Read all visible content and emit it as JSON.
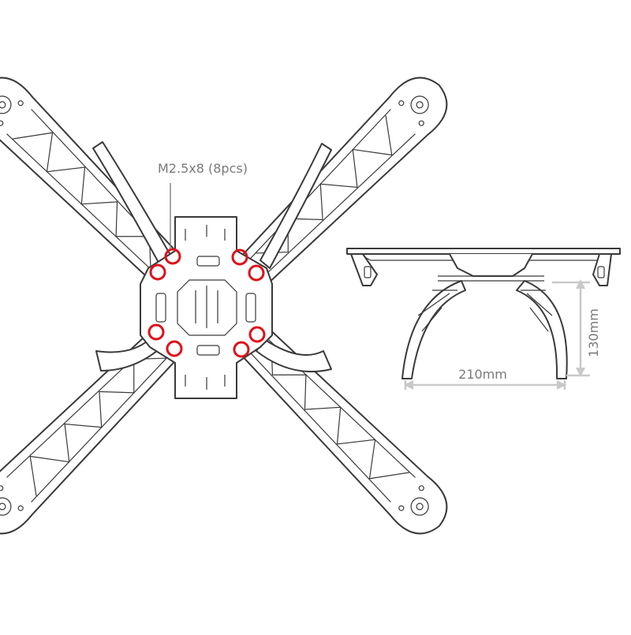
{
  "callout": {
    "screw_label": "M2.5x8 (8pcs)"
  },
  "dimensions": {
    "width_label": "210mm",
    "height_label": "130mm"
  },
  "colors": {
    "screw_marker": "#e0101a",
    "line_art": "#3a3a3a",
    "dimension": "#c9c9c9",
    "label_text": "#7a7a7a"
  },
  "screws": {
    "count": 8
  }
}
